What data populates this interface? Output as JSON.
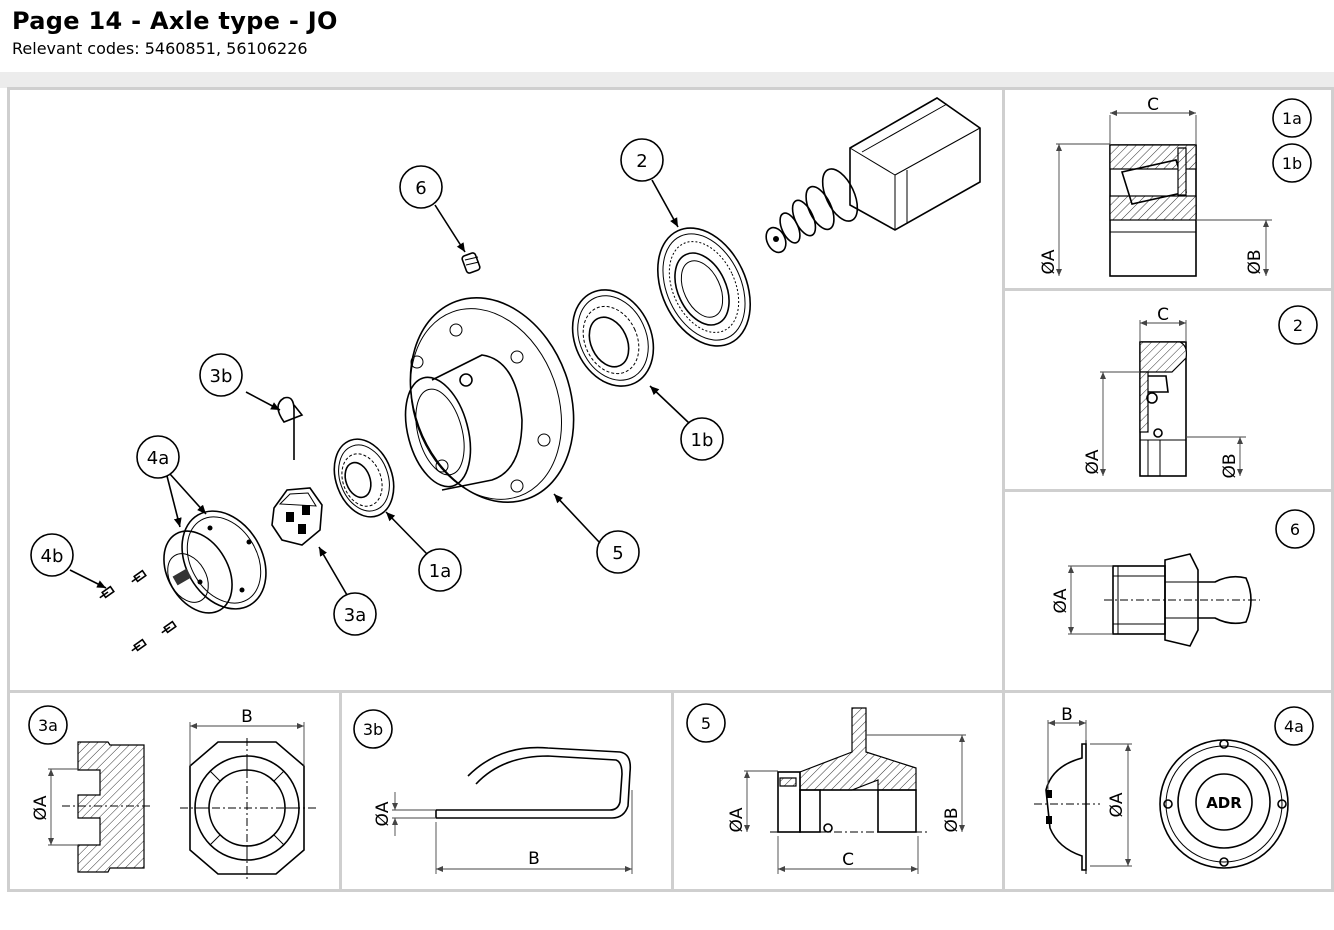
{
  "header": {
    "title": "Page 14 - Axle type - JO",
    "subtitle": "Relevant codes: 5460851, 56106226"
  },
  "exploded_view": {
    "callouts": [
      "6",
      "2",
      "3b",
      "4a",
      "1b",
      "4b",
      "5",
      "1a",
      "3a"
    ]
  },
  "detail_1a_1b": {
    "tags": [
      "1a",
      "1b"
    ],
    "dims": [
      "C",
      "ØA",
      "ØB"
    ]
  },
  "detail_2": {
    "tag": "2",
    "dims": [
      "C",
      "ØA",
      "ØB"
    ]
  },
  "detail_6": {
    "tag": "6",
    "dims": [
      "ØA"
    ]
  },
  "detail_3a": {
    "tag": "3a",
    "dims": [
      "B",
      "ØA"
    ]
  },
  "detail_3b": {
    "tag": "3b",
    "dims": [
      "ØA",
      "B"
    ]
  },
  "detail_5": {
    "tag": "5",
    "dims": [
      "ØA",
      "ØB",
      "C"
    ]
  },
  "detail_4a": {
    "tag": "4a",
    "dims": [
      "B",
      "ØA"
    ],
    "logo": "ADR"
  }
}
